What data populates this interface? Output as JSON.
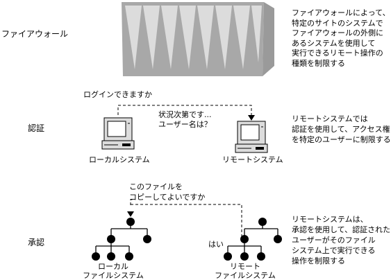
{
  "rows": {
    "firewall": {
      "label": "ファイアウォール",
      "description": [
        "ファイアウォールによって、",
        "特定のサイトのシステムで",
        "ファイアウォールの外側に",
        "あるシステムを使用して",
        "実行できるリモート操作の",
        "種類を制限する"
      ]
    },
    "authentication": {
      "label": "認証",
      "prompt": "ログインできますか",
      "reply": [
        "状況次第です...",
        "ユーザー名は？"
      ],
      "local_system": "ローカルシステム",
      "remote_system": "リモートシステム",
      "description": [
        "リモートシステムでは",
        "認証を使用して、アクセス権",
        "を特定のユーザーに制限する"
      ]
    },
    "authorization": {
      "label": "承認",
      "prompt": [
        "このファイルを",
        "コピーしてよいですか"
      ],
      "reply": "はい",
      "local_fs": [
        "ローカル",
        "ファイルシステム"
      ],
      "remote_fs": [
        "リモート",
        "ファイルシステム"
      ],
      "description": [
        "リモートシステムは、",
        "承認を使用して、認証された",
        "ユーザーがそのファイル",
        "システム上で実行できる",
        "操作を制限する"
      ]
    }
  }
}
